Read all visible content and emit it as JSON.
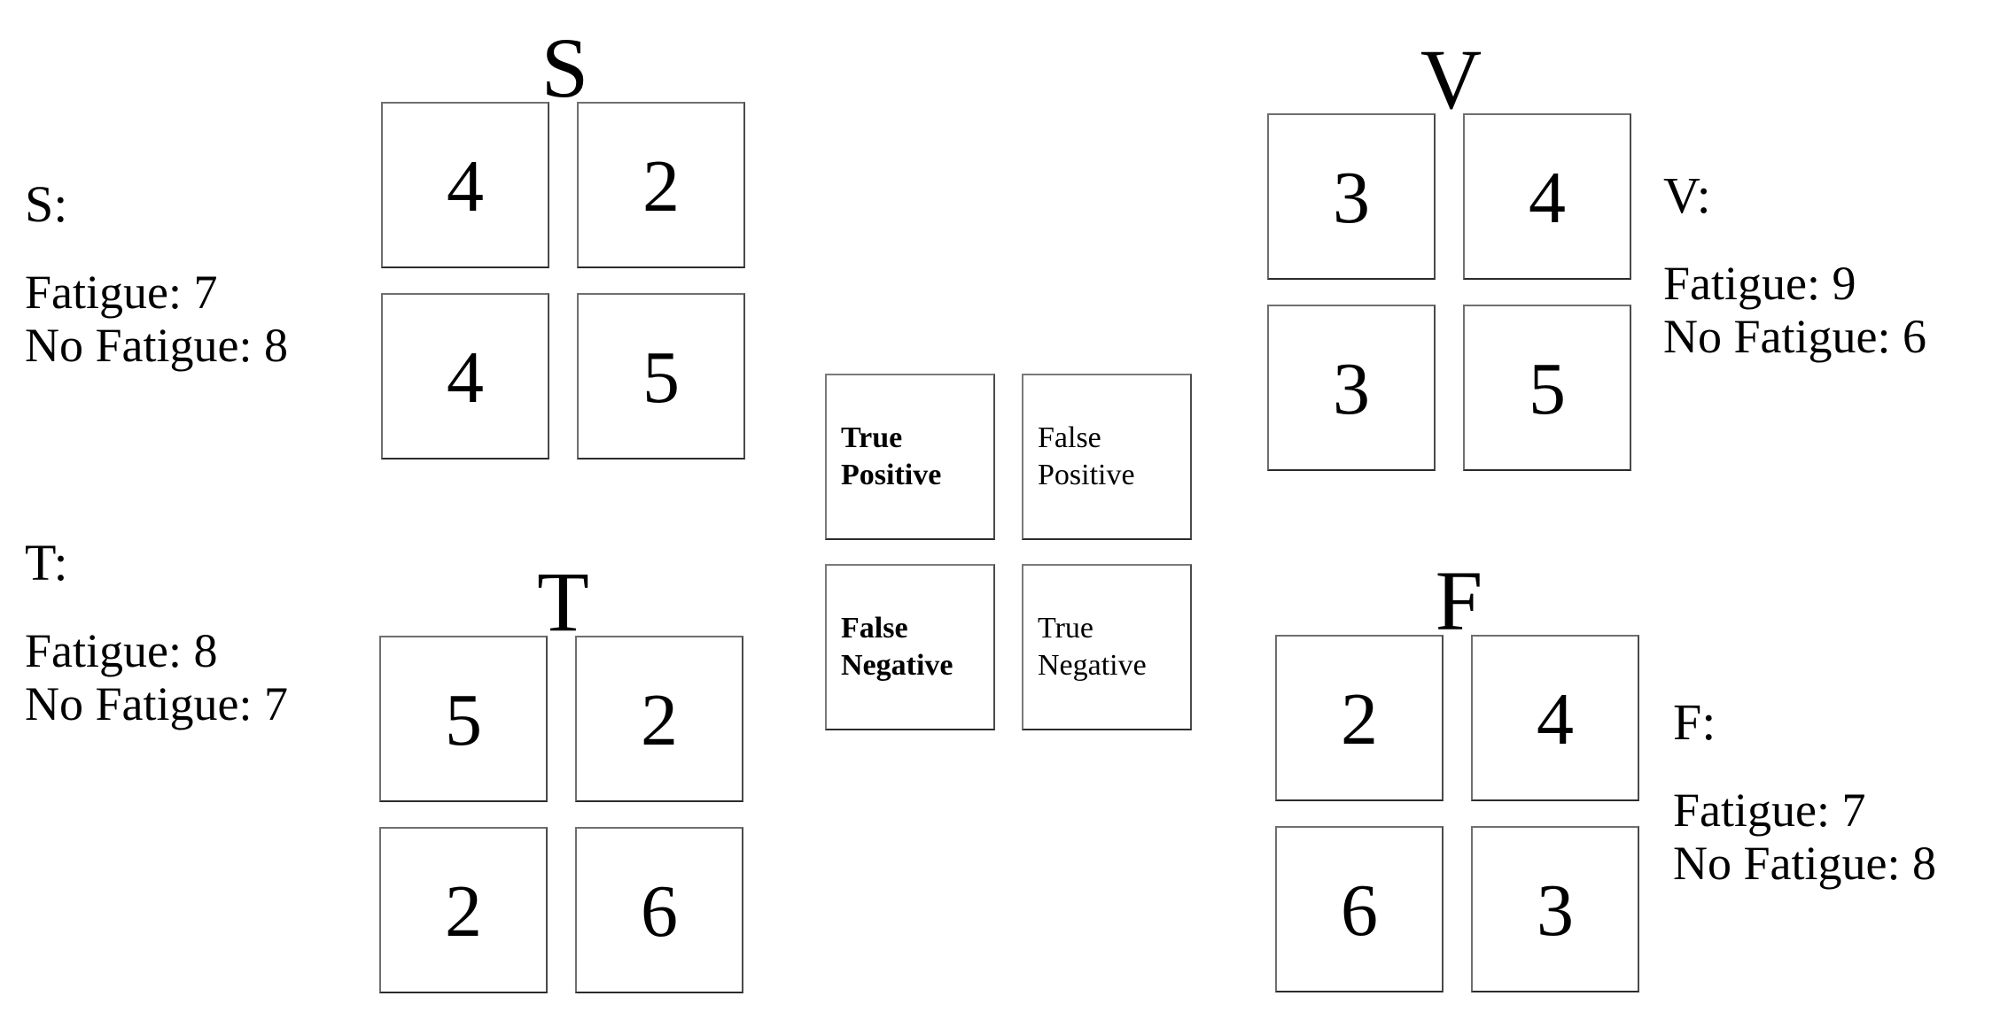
{
  "figure": {
    "type": "confusion-matrix-grid",
    "quadrant_meaning": {
      "top_left": "True Positive",
      "top_right": "False Positive",
      "bottom_left": "False Negative",
      "bottom_right": "True Negative"
    }
  },
  "legend": {
    "true_positive": "True Positive",
    "false_positive": "False Positive",
    "false_negative": "False Negative",
    "true_negative": "True Negative",
    "true_positive_line1": "True",
    "true_positive_line2": "Positive",
    "false_positive_line1": "False",
    "false_positive_line2": "Positive",
    "false_negative_line1": "False",
    "false_negative_line2": "Negative",
    "true_negative_line1": "True",
    "true_negative_line2": "Negative"
  },
  "matrices": {
    "S": {
      "title": "S",
      "label": "S:",
      "fatigue_text": "Fatigue: 7",
      "no_fatigue_text": "No Fatigue: 8",
      "fatigue": 7,
      "no_fatigue": 8,
      "true_positive": 4,
      "false_positive": 2,
      "false_negative": 4,
      "true_negative": 5,
      "cells": [
        "4",
        "2",
        "4",
        "5"
      ]
    },
    "V": {
      "title": "V",
      "label": "V:",
      "fatigue_text": "Fatigue: 9",
      "no_fatigue_text": "No Fatigue: 6",
      "fatigue": 9,
      "no_fatigue": 6,
      "true_positive": 3,
      "false_positive": 4,
      "false_negative": 3,
      "true_negative": 5,
      "cells": [
        "3",
        "4",
        "3",
        "5"
      ]
    },
    "T": {
      "title": "T",
      "label": "T:",
      "fatigue_text": "Fatigue: 8",
      "no_fatigue_text": "No Fatigue: 7",
      "fatigue": 8,
      "no_fatigue": 7,
      "true_positive": 5,
      "false_positive": 2,
      "false_negative": 2,
      "true_negative": 6,
      "cells": [
        "5",
        "2",
        "2",
        "6"
      ]
    },
    "F": {
      "title": "F",
      "label": "F:",
      "fatigue_text": "Fatigue: 7",
      "no_fatigue_text": "No Fatigue: 8",
      "fatigue": 7,
      "no_fatigue": 8,
      "true_positive": 2,
      "false_positive": 4,
      "false_negative": 6,
      "true_negative": 3,
      "cells": [
        "2",
        "4",
        "6",
        "3"
      ]
    }
  },
  "colors": {
    "background": "#ffffff",
    "text": "#000000",
    "border": "#6f6f6f"
  }
}
